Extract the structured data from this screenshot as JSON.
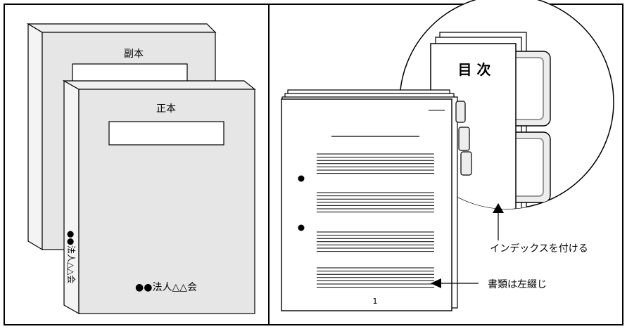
{
  "left_panel": {
    "back_binder": {
      "cover_label": "副本"
    },
    "front_binder": {
      "cover_label": "正本",
      "spine_text": "●●法人△△会",
      "front_bottom_text": "●●法人△△会"
    }
  },
  "right_panel": {
    "index_page_title": "目 次",
    "page_number": "1",
    "callout_index_tabs": "インデックスを付ける",
    "callout_binding": "書類は左綴じ"
  },
  "colors": {
    "line": "#000000",
    "binder_fill": "#e6e6e6",
    "binder_side": "#f4f4f4",
    "tab_fill": "#ededed",
    "paper": "#ffffff"
  }
}
